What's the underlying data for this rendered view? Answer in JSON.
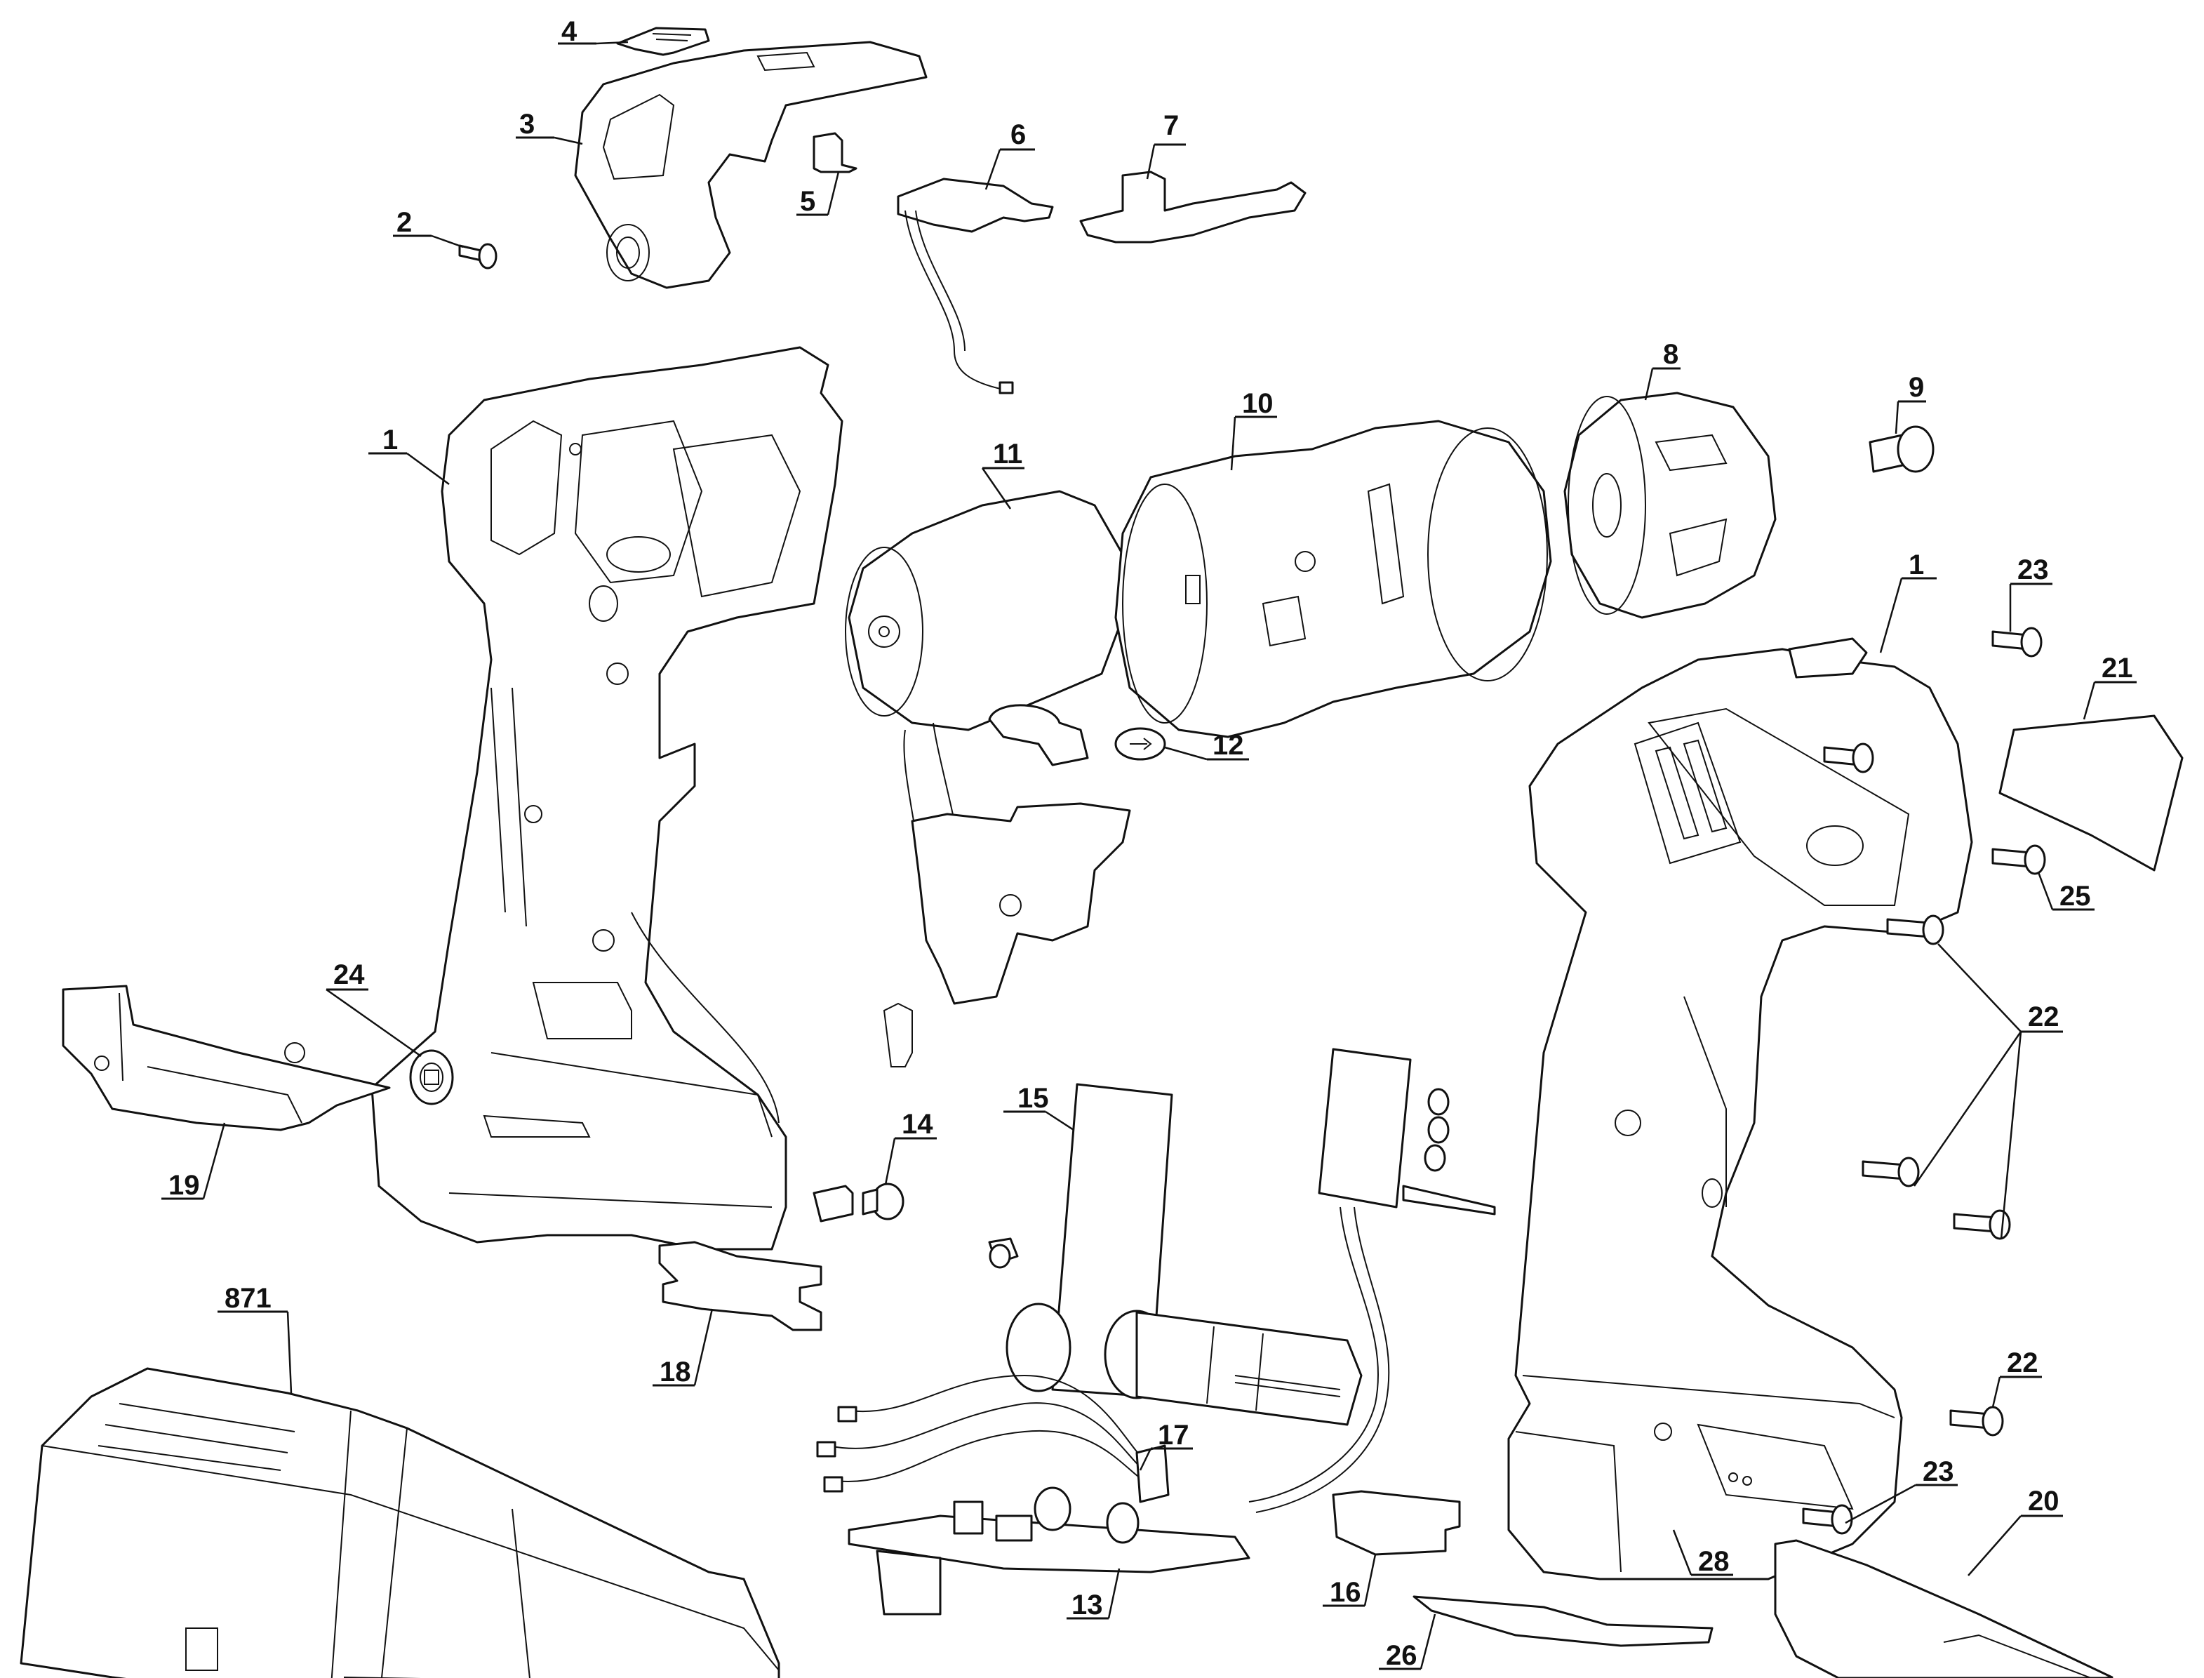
{
  "diagram": {
    "title": "Cordless drill exploded parts diagram",
    "colors": {
      "line": "#111111",
      "background": "#ffffff"
    },
    "parts": [
      {
        "id": "p1a",
        "label": "1",
        "name": "housing-left-half"
      },
      {
        "id": "p1b",
        "label": "1",
        "name": "housing-right-half"
      },
      {
        "id": "p2",
        "label": "2",
        "name": "screw"
      },
      {
        "id": "p3",
        "label": "3",
        "name": "top-cover"
      },
      {
        "id": "p4",
        "label": "4",
        "name": "slide-button"
      },
      {
        "id": "p5",
        "label": "5",
        "name": "small-button-cap"
      },
      {
        "id": "p6",
        "label": "6",
        "name": "led-switch-module"
      },
      {
        "id": "p7",
        "label": "7",
        "name": "speed-selector-bracket"
      },
      {
        "id": "p8",
        "label": "8",
        "name": "chuck-sleeve"
      },
      {
        "id": "p9",
        "label": "9",
        "name": "chuck-screw"
      },
      {
        "id": "p10",
        "label": "10",
        "name": "gearbox-assembly"
      },
      {
        "id": "p11",
        "label": "11",
        "name": "motor"
      },
      {
        "id": "p12",
        "label": "12",
        "name": "forward-reverse-lever"
      },
      {
        "id": "p13",
        "label": "13",
        "name": "circuit-board"
      },
      {
        "id": "p14",
        "label": "14",
        "name": "button-plug"
      },
      {
        "id": "p15",
        "label": "15",
        "name": "battery-pack-cells"
      },
      {
        "id": "p16",
        "label": "16",
        "name": "battery-latch-right"
      },
      {
        "id": "p17",
        "label": "17",
        "name": "connector-terminal"
      },
      {
        "id": "p18",
        "label": "18",
        "name": "battery-latch-left"
      },
      {
        "id": "p19",
        "label": "19",
        "name": "belt-clip-cover"
      },
      {
        "id": "p20",
        "label": "20",
        "name": "base-foot-cover"
      },
      {
        "id": "p21",
        "label": "21",
        "name": "side-label"
      },
      {
        "id": "p22a",
        "label": "22",
        "name": "housing-screws-group"
      },
      {
        "id": "p22b",
        "label": "22",
        "name": "housing-screw-lower"
      },
      {
        "id": "p23a",
        "label": "23",
        "name": "screw-upper"
      },
      {
        "id": "p23b",
        "label": "23",
        "name": "screw-lower"
      },
      {
        "id": "p24",
        "label": "24",
        "name": "bit-holder-magnet"
      },
      {
        "id": "p25",
        "label": "25",
        "name": "screw-side"
      },
      {
        "id": "p26",
        "label": "26",
        "name": "rubber-pad"
      },
      {
        "id": "p28",
        "label": "28",
        "name": "small-pad"
      },
      {
        "id": "p871",
        "label": "871",
        "name": "charger-base"
      }
    ]
  }
}
